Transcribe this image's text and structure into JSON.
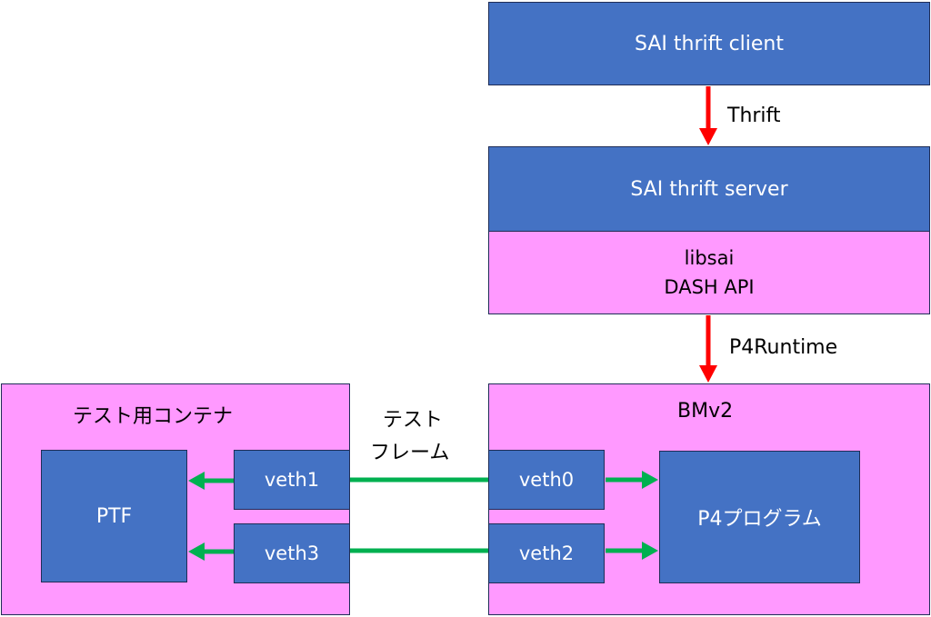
{
  "top": {
    "client": "SAI thrift client",
    "thrift_label": "Thrift",
    "server": "SAI thrift server",
    "libsai_line1": "libsai",
    "libsai_line2": "DASH API",
    "p4runtime_label": "P4Runtime"
  },
  "test_container": {
    "title": "テスト用コンテナ",
    "ptf": "PTF",
    "veth1": "veth1",
    "veth3": "veth3"
  },
  "test_frame": {
    "line1": "テスト",
    "line2": "フレーム"
  },
  "bmv2": {
    "title": "BMv2",
    "veth0": "veth0",
    "veth2": "veth2",
    "program": "P4プログラム"
  },
  "colors": {
    "box_blue": "#4472c4",
    "box_pink": "#ff99ff",
    "arrow_red": "#ff0000",
    "link_green": "#00b050"
  }
}
